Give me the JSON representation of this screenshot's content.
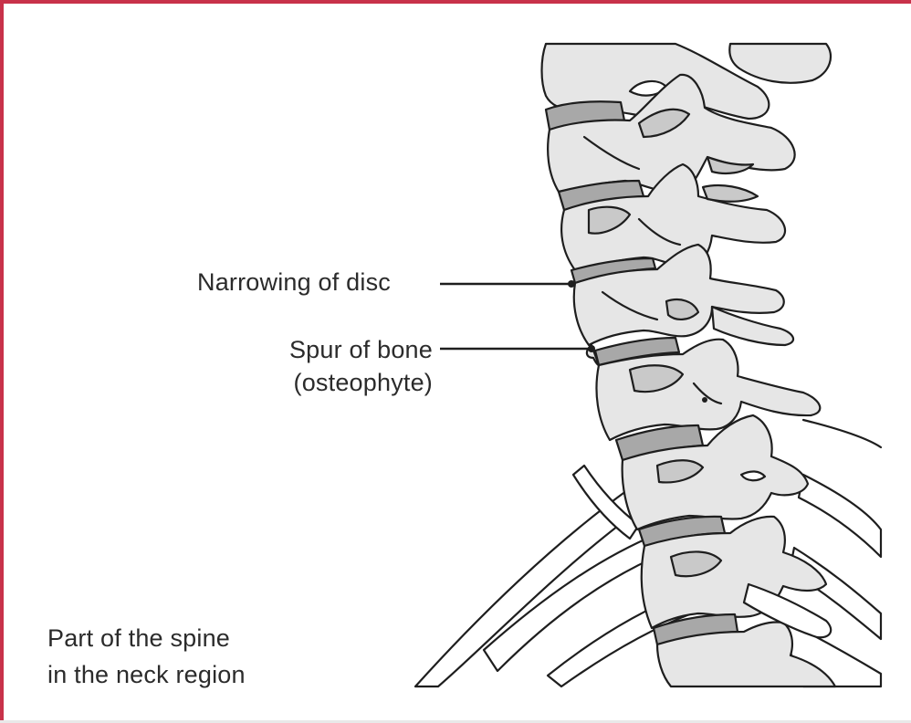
{
  "colors": {
    "border": "#c8324a",
    "bone_fill": "#e6e6e6",
    "bone_shadow": "#c9c9c9",
    "disc_fill": "#a8a8a8",
    "outline": "#1e1e1e",
    "text": "#2b2b2b"
  },
  "labels": {
    "narrowing": "Narrowing of disc",
    "spur_line1": "Spur of bone",
    "spur_line2": "(osteophyte)"
  },
  "caption": {
    "line1": "Part of the spine",
    "line2": "in the neck region"
  }
}
